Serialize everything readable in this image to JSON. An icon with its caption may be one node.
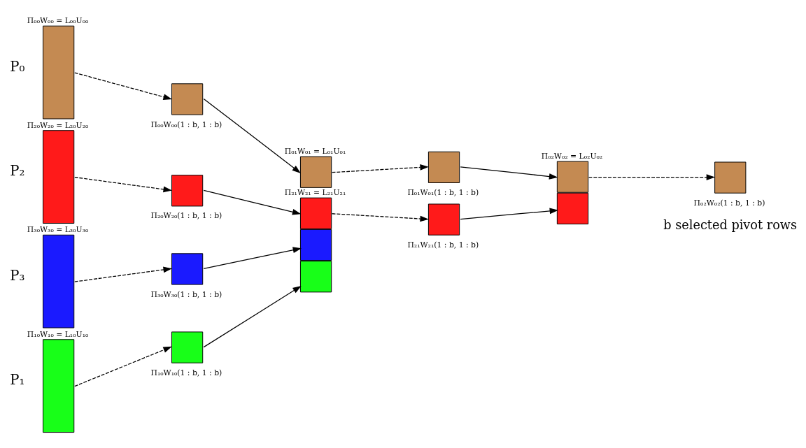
{
  "diagram": {
    "nodes": [
      {
        "text": [
          "Π₀₀W₀₀ = L₀₀U₀₀"
        ],
        "beside": [
          "P₀"
        ]
      },
      {
        "text": [
          "Π₁₀W₁₀ = L₁₀U₁₀"
        ],
        "beside": [
          "P₁"
        ]
      },
      {
        "text": [
          "Π₂₀W₂₀ = L₂₀U₂₀"
        ],
        "beside": [
          "P₂"
        ]
      },
      {
        "text": [
          "Π₃₀W₃₀ = L₃₀U₃₀"
        ],
        "beside": [
          "P₃"
        ]
      },
      {
        "text": [],
        "shape": "box",
        "beside": [
          "Π₀₀W₀₀(1 : b, 1 : b)"
        ]
      },
      {
        "text": [],
        "shape": "box",
        "beside": [
          "Π₁₀W₁₀(1 : b, 1 : b)"
        ]
      },
      {
        "text": [],
        "shape": "box",
        "beside": [
          "Π₂₀W₂₀(1 : b, 1 : b)"
        ]
      },
      {
        "text": [],
        "shape": "box",
        "beside": [
          "Π₃₀W₃₀(1 : b, 1 : b)"
        ]
      },
      {
        "text": [
          "Π₀₁W₀₁ = L₀₁U₀₁"
        ]
      },
      {
        "text": [],
        "shape": "box"
      },
      {
        "text": [
          "Π₂₁W₂₁ = L₂₁U₂₁"
        ]
      },
      {
        "text": [],
        "shape": "box"
      },
      {
        "text": [],
        "shape": "box",
        "beside": [
          "Π₀₁W₀₁(1 : b, 1 : b)"
        ]
      },
      {
        "text": [],
        "shape": "box",
        "beside": [
          "Π₂₁W₂₁(1 : b, 1 : b)"
        ]
      },
      {
        "text": [
          "Π₀₂W₀₂ = L₀₂U₀₂"
        ]
      },
      {
        "text": [],
        "shape": "box"
      },
      {
        "text": [],
        "shape": "box",
        "beside": [
          "Π₀₂W₀₂(1 : b, 1 : b)"
        ]
      }
    ],
    "edges": [
      {
        "from": 0,
        "to": 4,
        "arrow": "to",
        "style": "dashed"
      },
      {
        "from": 1,
        "to": 5,
        "arrow": "to",
        "style": "dashed"
      },
      {
        "from": 2,
        "to": 6,
        "arrow": "to",
        "style": "dashed"
      },
      {
        "from": 3,
        "to": 7,
        "arrow": "to",
        "style": "dashed"
      },
      {
        "from": 4,
        "to": 8,
        "arrow": "to"
      },
      {
        "from": 5,
        "to": 9,
        "arrow": "to"
      },
      {
        "from": 6,
        "to": 10,
        "arrow": "to"
      },
      {
        "from": 7,
        "to": 11,
        "arrow": "to"
      },
      {
        "from": 8,
        "to": 12,
        "arrow": "to",
        "style": "dashed"
      },
      {
        "from": 10,
        "to": 13,
        "arrow": "to",
        "style": "dashed"
      },
      {
        "from": 12,
        "to": 14,
        "arrow": "to"
      },
      {
        "from": 13,
        "to": 15,
        "arrow": "to"
      },
      {
        "from": 14,
        "to": 16,
        "arrow": "to",
        "style": "dashed"
      }
    ],
    "labels": [
      "b selected pivot rows"
    ]
  }
}
